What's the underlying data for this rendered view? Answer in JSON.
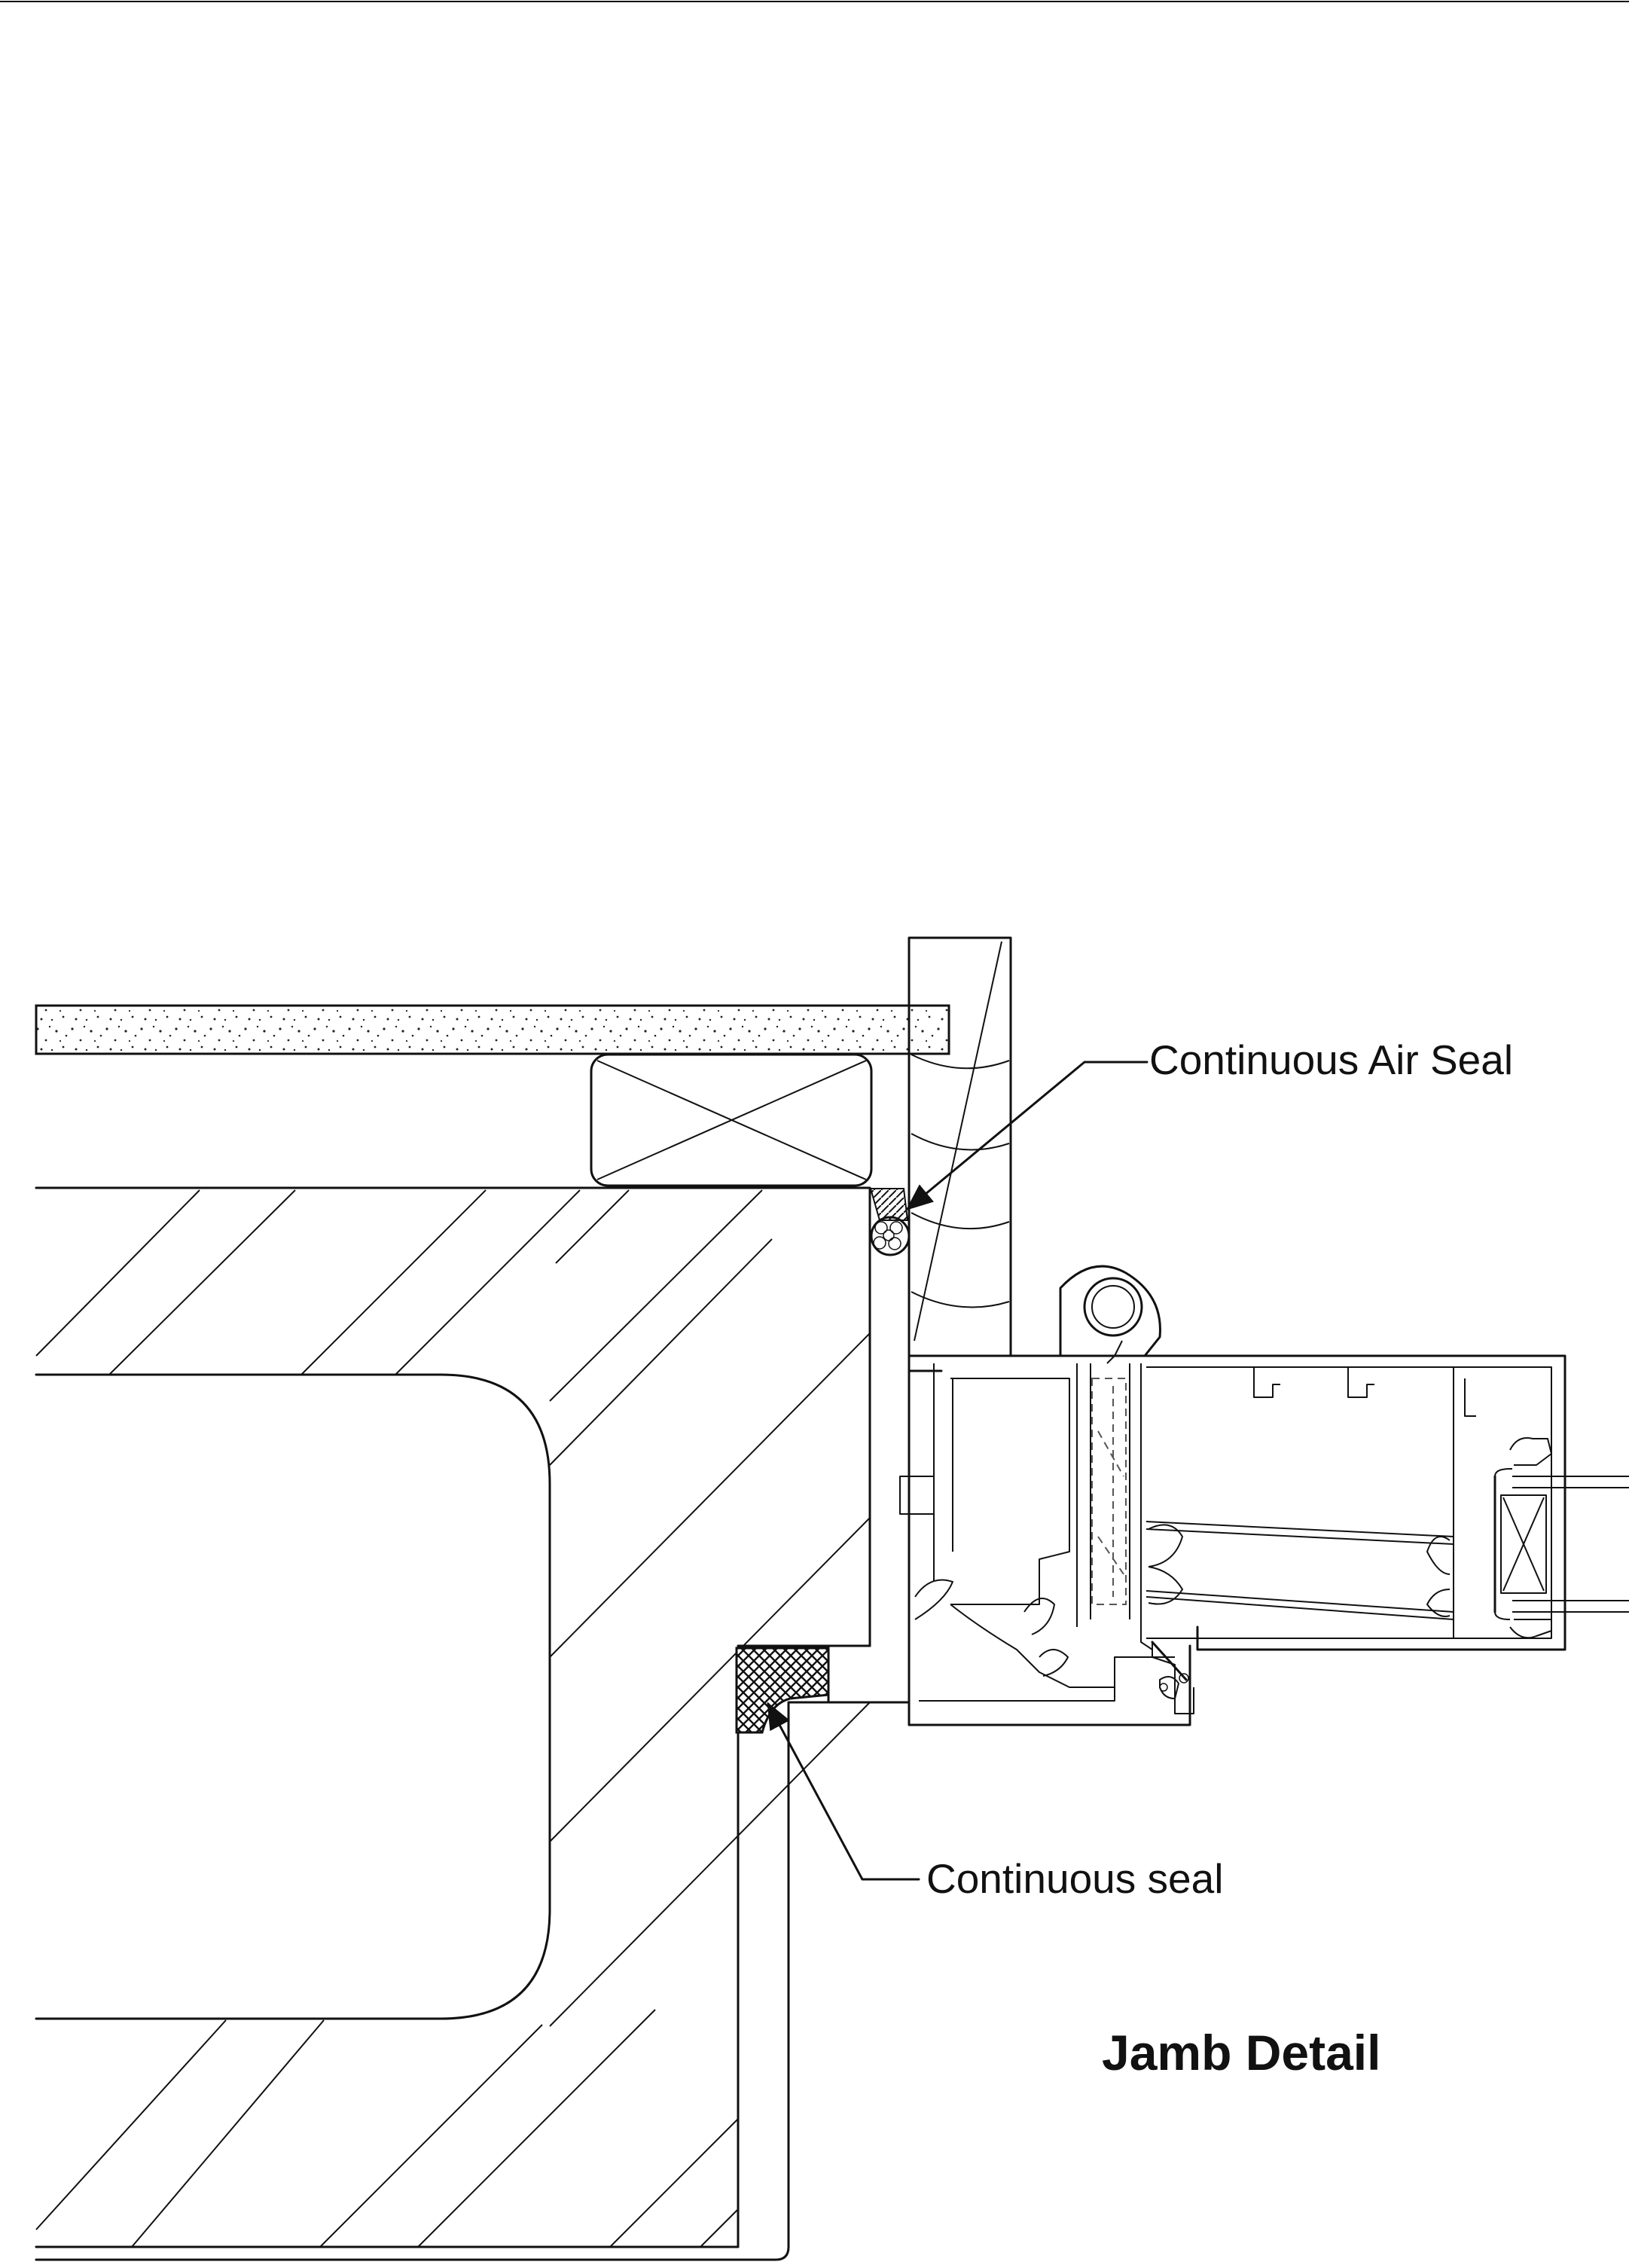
{
  "drawing": {
    "labels": {
      "air_seal": "Continuous Air Seal",
      "seal": "Continuous seal",
      "title": "Jamb Detail"
    },
    "line_color": "#111111"
  }
}
